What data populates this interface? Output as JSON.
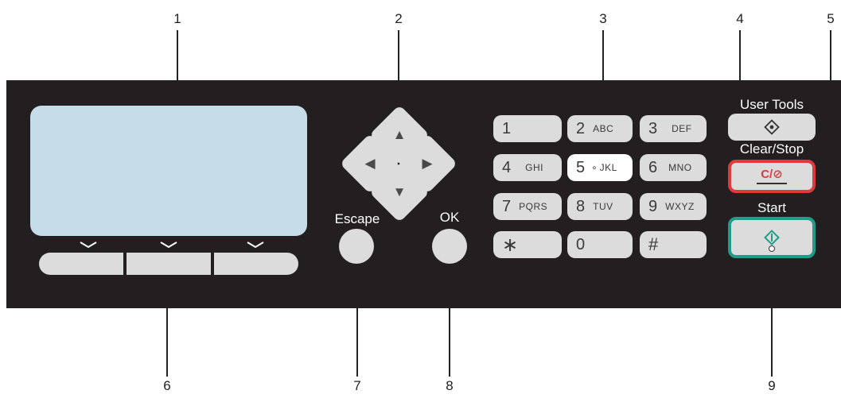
{
  "callouts": [
    "1",
    "2",
    "3",
    "4",
    "5",
    "6",
    "7",
    "8",
    "9"
  ],
  "labels": {
    "escape": "Escape",
    "ok": "OK",
    "user_tools": "User Tools",
    "clear_stop": "Clear/Stop",
    "start": "Start",
    "clear_symbol": "C/⊘"
  },
  "dpad_arrows": {
    "up": "▲",
    "down": "▼",
    "left": "◀",
    "right": "▶"
  },
  "keypad": [
    {
      "digit": "1",
      "letters": ""
    },
    {
      "digit": "2",
      "letters": "ABC"
    },
    {
      "digit": "3",
      "letters": "DEF"
    },
    {
      "digit": "4",
      "letters": "GHI"
    },
    {
      "digit": "5",
      "letters": "JKL",
      "bump": "∘"
    },
    {
      "digit": "6",
      "letters": "MNO"
    },
    {
      "digit": "7",
      "letters": "PQRS"
    },
    {
      "digit": "8",
      "letters": "TUV"
    },
    {
      "digit": "9",
      "letters": "WXYZ"
    },
    {
      "digit": "∗",
      "letters": ""
    },
    {
      "digit": "0",
      "letters": ""
    },
    {
      "digit": "#",
      "letters": ""
    }
  ],
  "colors": {
    "panel": "#231f20",
    "lcd": "#c6dde9",
    "button": "#dcdcdc",
    "clear_stop_accent": "#e03a3e",
    "start_accent": "#1f9c8a"
  }
}
